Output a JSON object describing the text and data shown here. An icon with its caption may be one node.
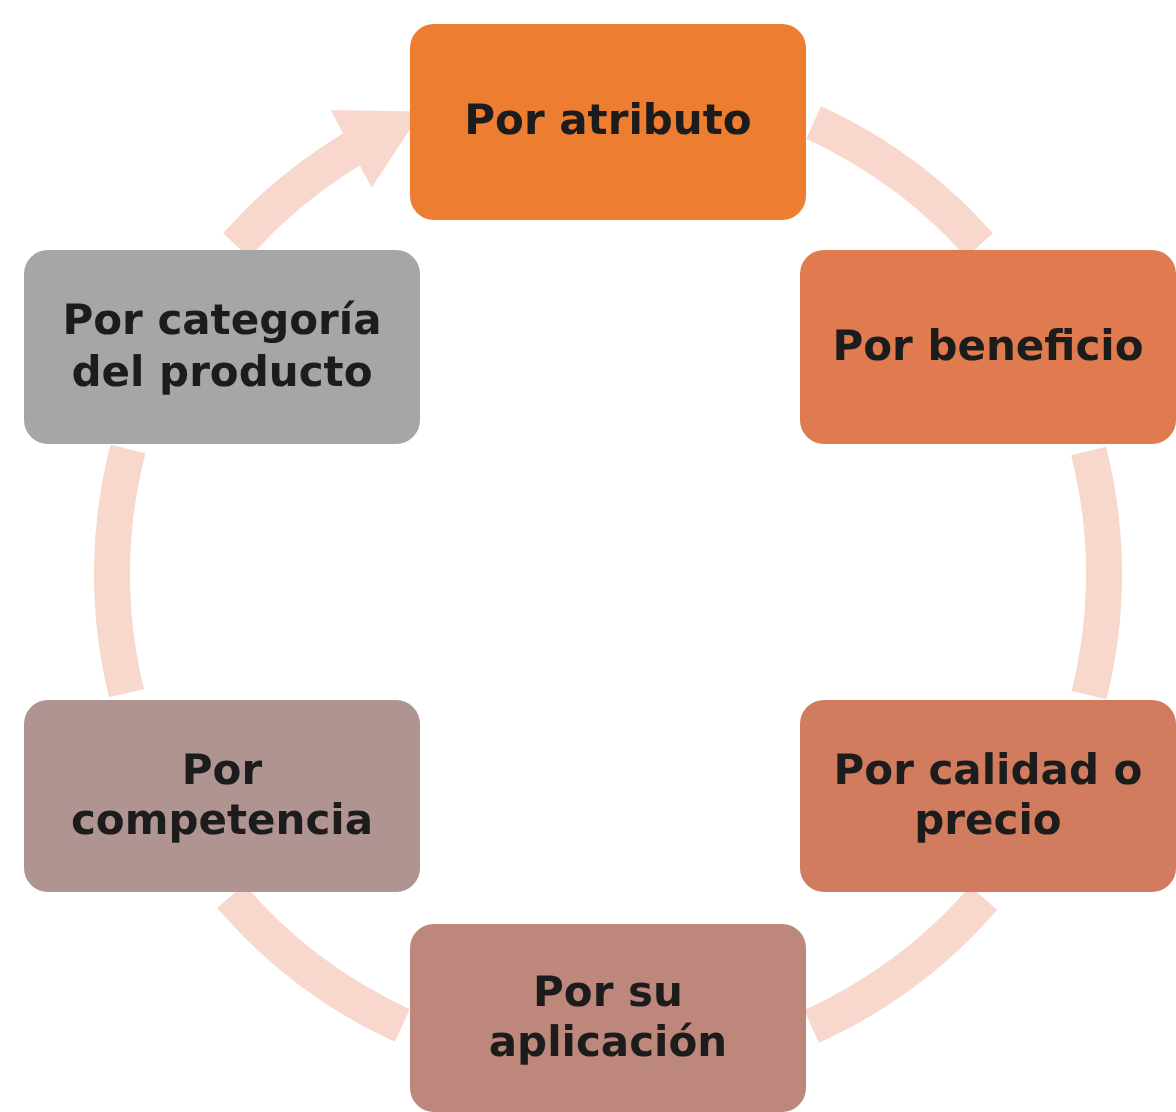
{
  "diagram": {
    "nodes": [
      {
        "text": [
          "Por atributo"
        ]
      },
      {
        "text": [
          "Por beneficio"
        ]
      },
      {
        "text": [
          "Por calidad o precio"
        ]
      },
      {
        "text": [
          "Por su aplicación"
        ]
      },
      {
        "text": [
          "Por competencia"
        ]
      },
      {
        "text": [
          "Por categoría del producto"
        ]
      }
    ],
    "edges": [
      {
        "from": 0,
        "to": 1,
        "arrow": "none"
      },
      {
        "from": 1,
        "to": 2,
        "arrow": "none"
      },
      {
        "from": 2,
        "to": 3,
        "arrow": "none"
      },
      {
        "from": 3,
        "to": 4,
        "arrow": "none"
      },
      {
        "from": 4,
        "to": 5,
        "arrow": "none"
      },
      {
        "from": 5,
        "to": 0,
        "arrow": "to"
      }
    ]
  }
}
